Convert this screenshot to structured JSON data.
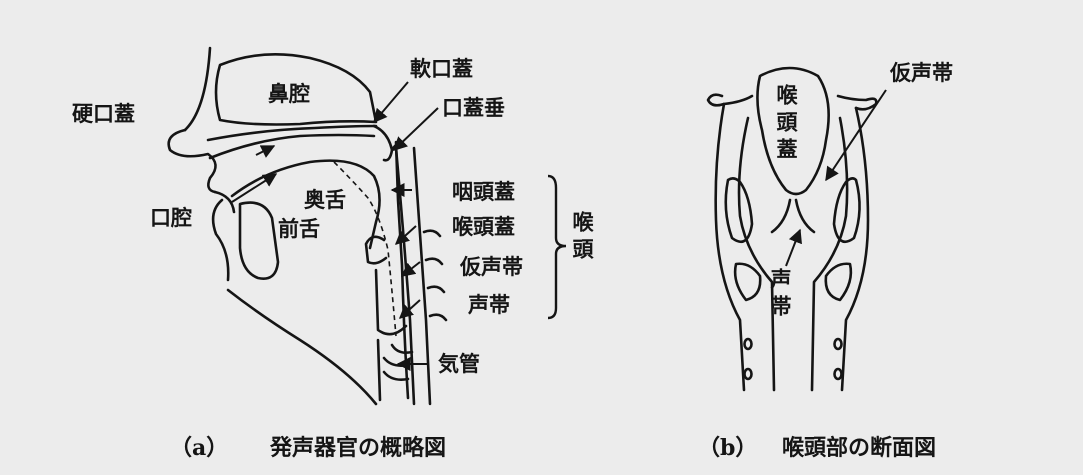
{
  "panel_a": {
    "labels": {
      "nasal_cavity": "鼻腔",
      "hard_palate": "硬口蓋",
      "soft_palate": "軟口蓋",
      "uvula": "口蓋垂",
      "oral_cavity": "口腔",
      "back_tongue": "奥舌",
      "front_tongue": "前舌",
      "pharynx": "咽頭蓋",
      "epiglottis": "喉頭蓋",
      "false_vocal_cords": "仮声帯",
      "vocal_cords": "声帯",
      "trachea": "気管",
      "larynx": "喉頭"
    },
    "caption": {
      "marker": "（a）",
      "title": "発声器官の概略図"
    }
  },
  "panel_b": {
    "labels": {
      "epiglottis": "喉頭蓋",
      "false_vocal_cords": "仮声帯",
      "vocal_cords": "声帯"
    },
    "caption": {
      "marker": "（b）",
      "title": "喉頭部の断面図"
    }
  }
}
